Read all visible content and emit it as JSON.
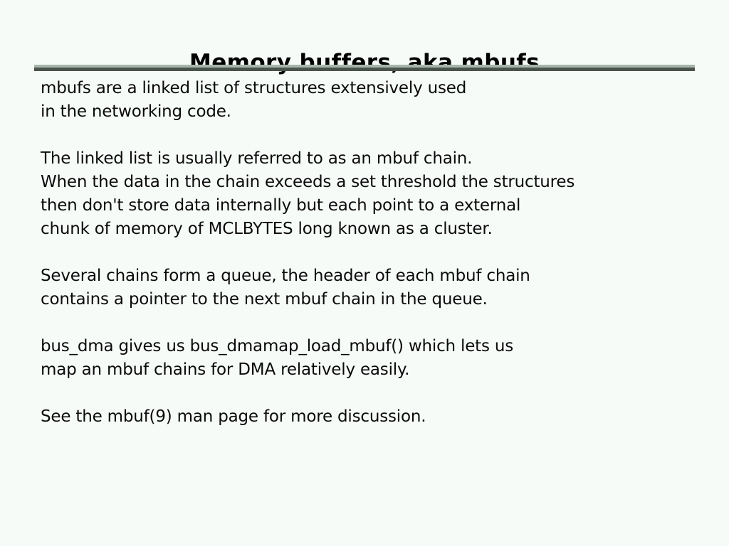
{
  "slide": {
    "title": "Memory buffers, aka mbufs",
    "background_color": "#f7fbf8",
    "text_color": "#0a0a0a",
    "rule": {
      "top_color": "#a8b5ad",
      "bottom_color": "#4a544c"
    },
    "paragraphs": [
      {
        "lines": [
          "mbufs are a linked list of structures extensively used",
          "in the networking code."
        ]
      },
      {
        "lines": [
          "The linked list is usually referred to as an mbuf chain.",
          "When the data in the chain exceeds a set threshold the structures",
          "then don't store data internally but each point to a external",
          "chunk of memory of MCLBYTES long known as a cluster."
        ]
      },
      {
        "lines": [
          "Several chains form a queue, the header of each mbuf chain",
          "contains a pointer to the next mbuf chain in the queue."
        ]
      },
      {
        "lines": [
          "bus_dma gives us bus_dmamap_load_mbuf() which lets us",
          "map an mbuf chains for DMA relatively easily."
        ]
      },
      {
        "lines": [
          "See the mbuf(9) man page for more discussion."
        ]
      }
    ]
  }
}
